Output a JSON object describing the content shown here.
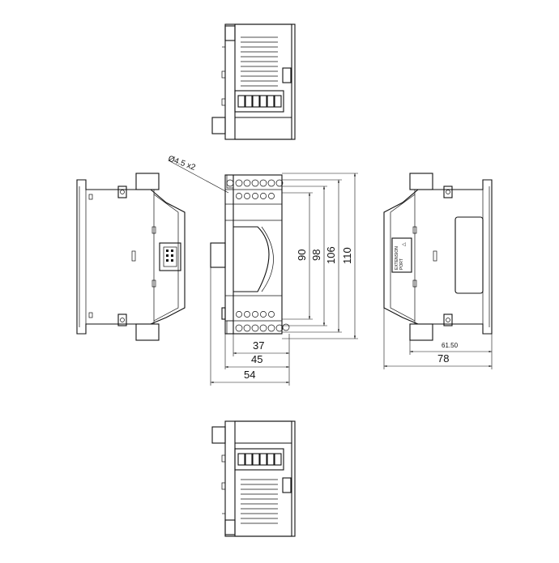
{
  "annotations": {
    "hole_callout": "Ø4.5 x2",
    "port_label_line1": "EXTENSION",
    "port_label_line2": "PORT"
  },
  "dimensions": {
    "height_90": "90",
    "height_98": "98",
    "height_106": "106",
    "height_110": "110",
    "width_37": "37",
    "width_45": "45",
    "width_54": "54",
    "depth_61_50": "61.50",
    "depth_78": "78"
  },
  "colors": {
    "line": "#111111",
    "background": "#ffffff"
  }
}
